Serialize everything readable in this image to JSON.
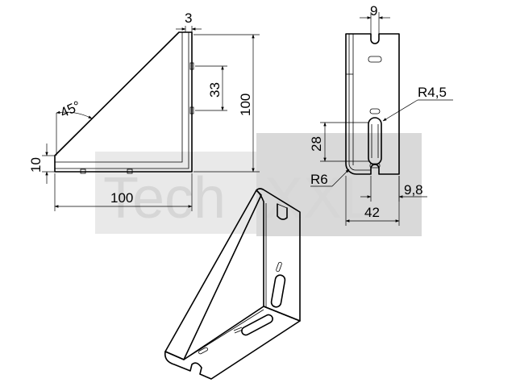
{
  "watermark": {
    "text_left": "Tech",
    "text_right": "XXL",
    "color": "#d6d6d6"
  },
  "side_view": {
    "dims": {
      "thickness": "3",
      "slot_spacing": "33",
      "height": "100",
      "angle": "45°",
      "foot": "10",
      "width": "100"
    }
  },
  "front_view": {
    "dims": {
      "slot_width": "9",
      "slot_radius": "R4,5",
      "slot_length": "28",
      "bend_radius": "R6",
      "offset": "9,8",
      "width": "42"
    }
  }
}
